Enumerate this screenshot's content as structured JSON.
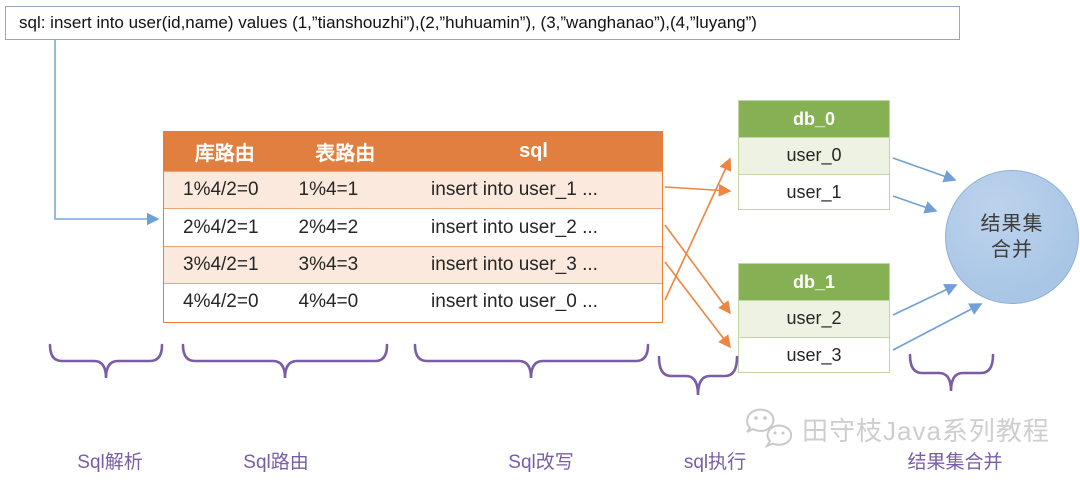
{
  "sql_box": {
    "text": "sql: insert into user(id,name) values (1,”tianshouzhi”),(2,”huhuamin”), (3,”wanghanao”),(4,”luyang”)"
  },
  "routing_table": {
    "headers": [
      "库路由",
      "表路由",
      "sql"
    ],
    "rows": [
      {
        "db_route": "1%4/2=0",
        "table_route": "1%4=1",
        "sql": "insert into user_1 ..."
      },
      {
        "db_route": "2%4/2=1",
        "table_route": "2%4=2",
        "sql": "insert into user_2 ..."
      },
      {
        "db_route": "3%4/2=1",
        "table_route": "3%4=3",
        "sql": "insert into user_3 ..."
      },
      {
        "db_route": "4%4/2=0",
        "table_route": "4%4=0",
        "sql": "insert into user_0 ..."
      }
    ]
  },
  "databases": [
    {
      "name": "db_0",
      "tables": [
        "user_0",
        "user_1"
      ]
    },
    {
      "name": "db_1",
      "tables": [
        "user_2",
        "user_3"
      ]
    }
  ],
  "merge_circle": {
    "line1": "结果集",
    "line2": "合并"
  },
  "stages": [
    {
      "label": "Sql解析"
    },
    {
      "label": "Sql路由"
    },
    {
      "label": "Sql改写"
    },
    {
      "label": "sql执行"
    },
    {
      "label": "结果集合并"
    }
  ],
  "watermark": {
    "icon": "wechat-icon",
    "text": "田守枝Java系列教程"
  },
  "colors": {
    "orange_header": "#E07F3F",
    "orange_border": "#ED7D31",
    "orange_sep": "#F0A376",
    "orange_arrow": "#ED8640",
    "pink_row": "#FBE9DD",
    "green_header": "#85B154",
    "green_border": "#C3D4A7",
    "green_row": "#EDF2E2",
    "circle_fill": "#A9C6E6",
    "circle_border": "#8FB0D6",
    "blue_arrow": "#6FA0D6",
    "connector_blue": "#7BA7D8",
    "purple": "#7A5DA6",
    "sqlbox_border": "#93A9BE",
    "watermark_gray": "#C9C9C9"
  }
}
